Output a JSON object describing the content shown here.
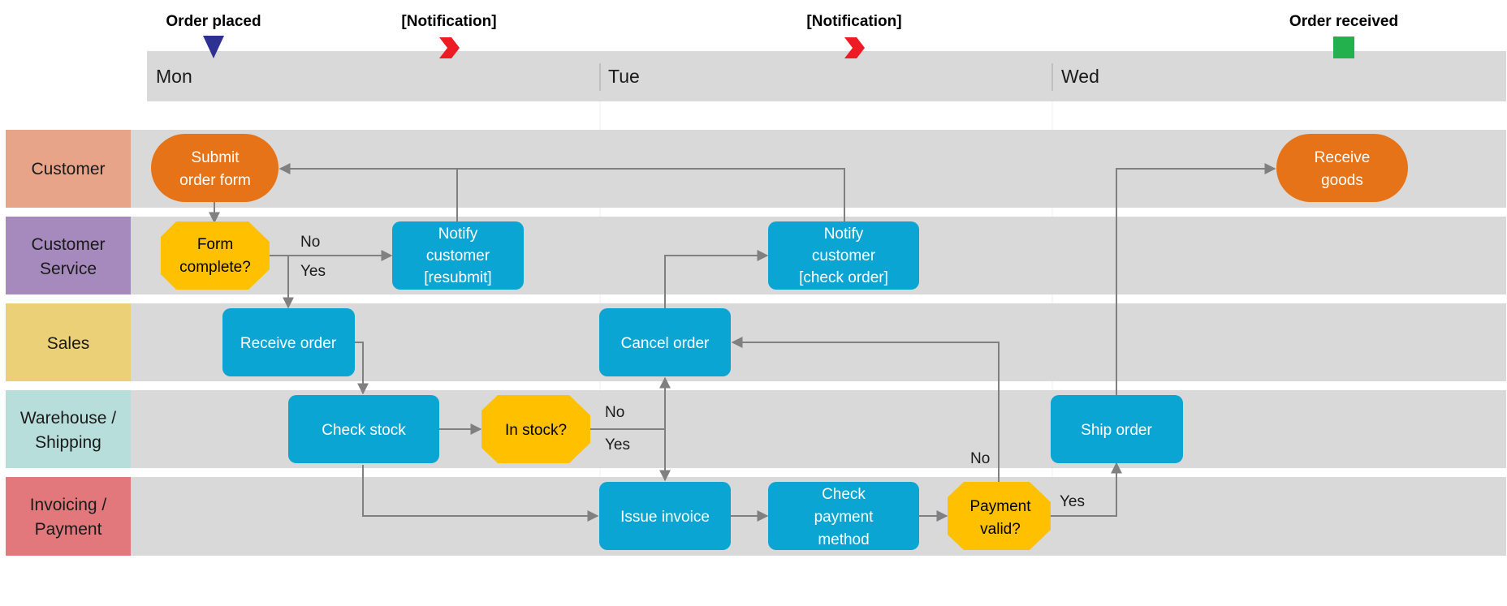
{
  "colors": {
    "lane_bg": "#d9d9d9",
    "header_bg": "#d9d9d9",
    "task": "#0ba5d4",
    "terminal": "#e67318",
    "decision": "#ffc000",
    "connector": "#808080",
    "milestone_start": "#2e3192",
    "milestone_notify": "#ed1c24",
    "milestone_end": "#22b14c",
    "lane_customer": "#e8a488",
    "lane_service": "#a689bd",
    "lane_sales": "#ecd078",
    "lane_warehouse": "#b8dedb",
    "lane_invoicing": "#e2787b"
  },
  "timeline": {
    "days": [
      "Mon",
      "Tue",
      "Wed"
    ],
    "milestones": [
      {
        "label": "Order placed",
        "shape": "triangle-down"
      },
      {
        "label": "[Notification]",
        "shape": "chevron"
      },
      {
        "label": "[Notification]",
        "shape": "chevron"
      },
      {
        "label": "Order received",
        "shape": "square"
      }
    ]
  },
  "lanes": [
    {
      "label": [
        "Customer"
      ]
    },
    {
      "label": [
        "Customer",
        "Service"
      ]
    },
    {
      "label": [
        "Sales"
      ]
    },
    {
      "label": [
        "Warehouse /",
        "Shipping"
      ]
    },
    {
      "label": [
        "Invoicing /",
        "Payment"
      ]
    }
  ],
  "nodes": {
    "submit_order": [
      "Submit",
      "order form"
    ],
    "receive_goods": [
      "Receive",
      "goods"
    ],
    "form_complete": [
      "Form",
      "complete?"
    ],
    "notify_resubmit": [
      "Notify",
      "customer",
      "[resubmit]"
    ],
    "notify_check": [
      "Notify",
      "customer",
      "[check order]"
    ],
    "receive_order": [
      "Receive order"
    ],
    "cancel_order": [
      "Cancel order"
    ],
    "check_stock": [
      "Check stock"
    ],
    "in_stock": [
      "In stock?"
    ],
    "ship_order": [
      "Ship order"
    ],
    "issue_invoice": [
      "Issue invoice"
    ],
    "check_payment": [
      "Check",
      "payment",
      "method"
    ],
    "payment_valid": [
      "Payment",
      "valid?"
    ]
  },
  "edge_labels": {
    "form_no": "No",
    "form_yes": "Yes",
    "stock_no": "No",
    "stock_yes": "Yes",
    "payment_no": "No",
    "payment_yes": "Yes"
  }
}
